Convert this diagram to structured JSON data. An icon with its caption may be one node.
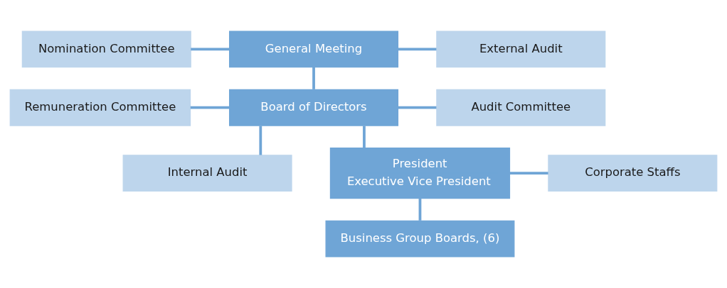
{
  "diagram": {
    "nodes": [
      {
        "text": [
          "Nomination Committee"
        ]
      },
      {
        "text": [
          "General Meeting"
        ]
      },
      {
        "text": [
          "External Audit"
        ]
      },
      {
        "text": [
          "Remuneration Committee"
        ]
      },
      {
        "text": [
          "Board of Directors"
        ]
      },
      {
        "text": [
          "Audit Committee"
        ]
      },
      {
        "text": [
          "Internal Audit"
        ]
      },
      {
        "text": [
          "President",
          "Executive Vice President"
        ]
      },
      {
        "text": [
          "Corporate Staffs"
        ]
      },
      {
        "text": [
          "Business Group Boards, (6)"
        ]
      }
    ],
    "edges": [
      {
        "from": 0,
        "to": 1,
        "arrow": "none"
      },
      {
        "from": 1,
        "to": 2,
        "arrow": "none"
      },
      {
        "from": 1,
        "to": 4,
        "arrow": "none"
      },
      {
        "from": 3,
        "to": 4,
        "arrow": "none"
      },
      {
        "from": 4,
        "to": 5,
        "arrow": "none"
      },
      {
        "from": 4,
        "to": 6,
        "arrow": "none"
      },
      {
        "from": 4,
        "to": 7,
        "arrow": "none"
      },
      {
        "from": 7,
        "to": 8,
        "arrow": "none"
      },
      {
        "from": 7,
        "to": 9,
        "arrow": "none"
      }
    ]
  }
}
